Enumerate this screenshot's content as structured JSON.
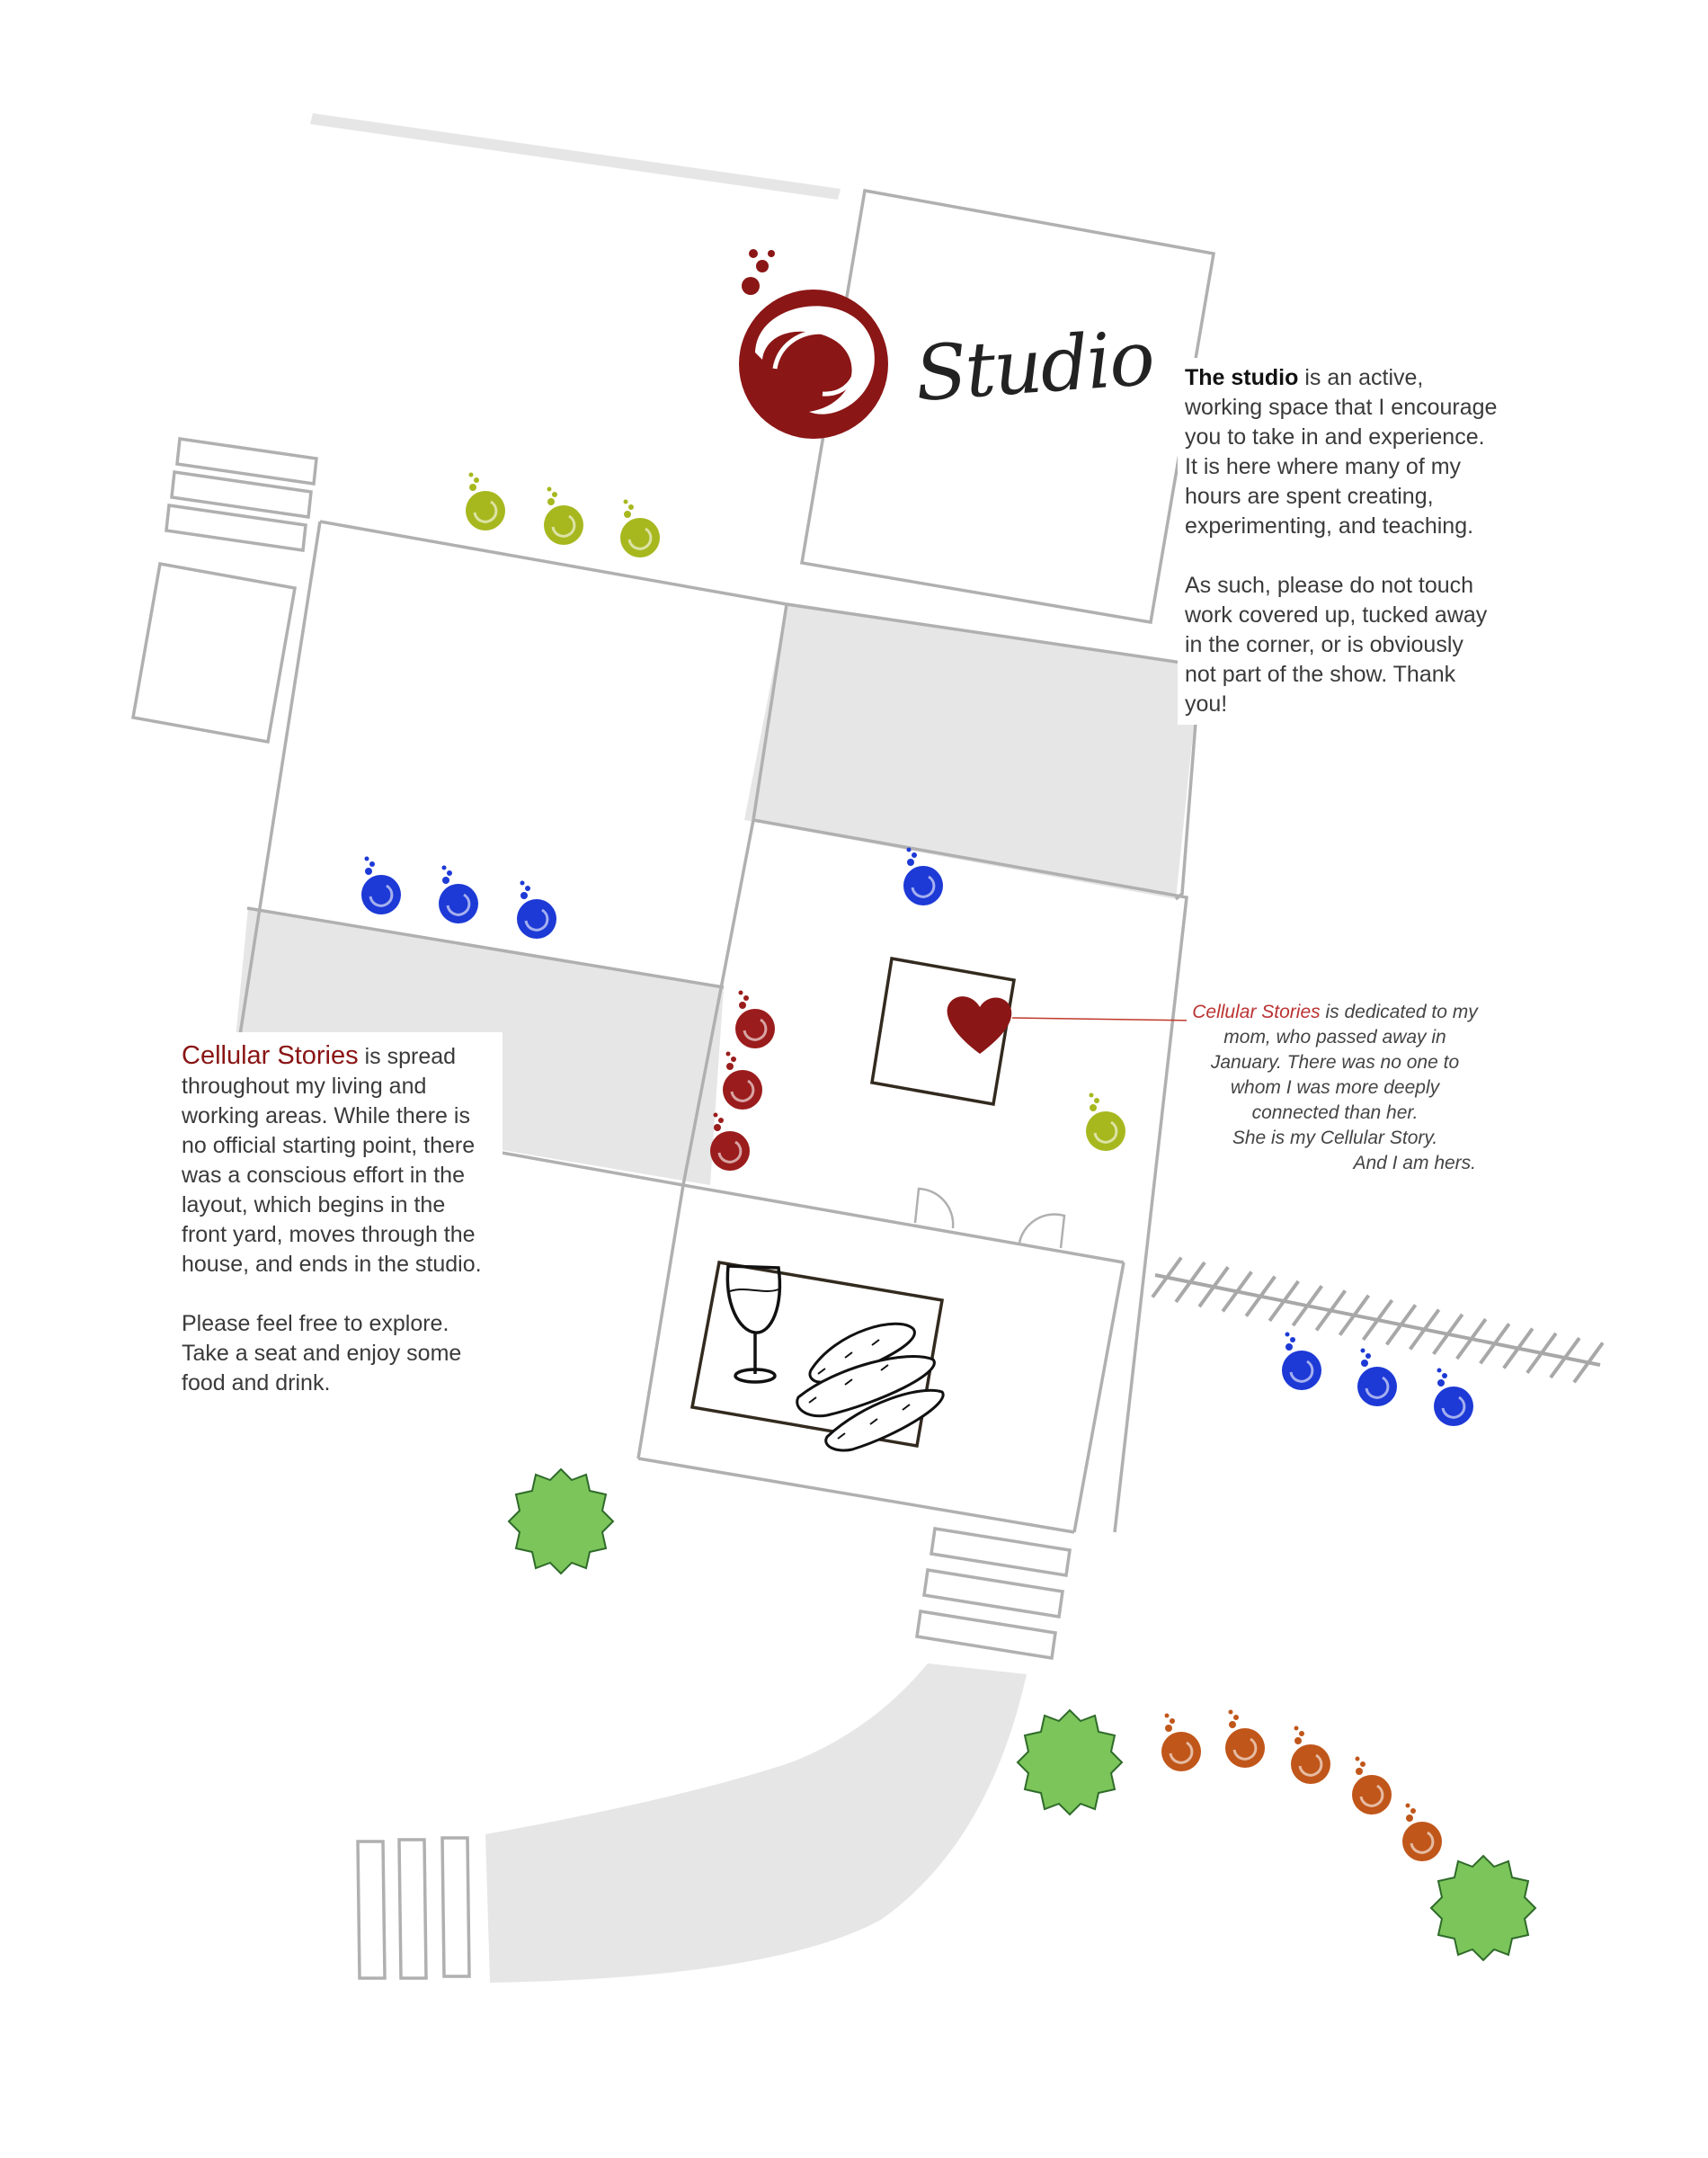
{
  "logo": {
    "wordmark": "Studio",
    "color": "#8b1616"
  },
  "studio_panel": {
    "lead": "The studio",
    "text1": " is an active, working space that I encourage you to take in and experience. It is here where many of my hours are spent creating, experimenting, and teaching.",
    "text2": "As such, please do not touch work covered up, tucked away in the corner, or is obviously not part of the show. Thank you!"
  },
  "cellular_panel": {
    "title": "Cellular Stories",
    "text1": " is spread throughout my living and working areas. While there is no official starting point, there was a conscious effort in the layout, which begins in the front yard, moves through the house, and ends in the studio.",
    "text2": "Please feel free to explore. Take a seat and enjoy some food and drink."
  },
  "dedication": {
    "title": "Cellular Stories",
    "line1": " is dedicated to my mom, who passed away in January. There was no one to whom I was more deeply connected than her.",
    "line2": "She is my Cellular Story.",
    "line3": "And I am hers."
  },
  "colors": {
    "lime": "#a7b81f",
    "blue": "#1d39d6",
    "red": "#9b1c1c",
    "orange": "#c0561a",
    "tree": "#7cc55a",
    "wall": "#b0b0b0",
    "gray_fill": "#e6e6e6"
  },
  "icons": [
    "spiral-logo-icon",
    "cell-icon",
    "heart-icon",
    "wine-glass-icon",
    "baguette-icon",
    "tree-icon",
    "door-swing-icon",
    "fence-icon"
  ]
}
